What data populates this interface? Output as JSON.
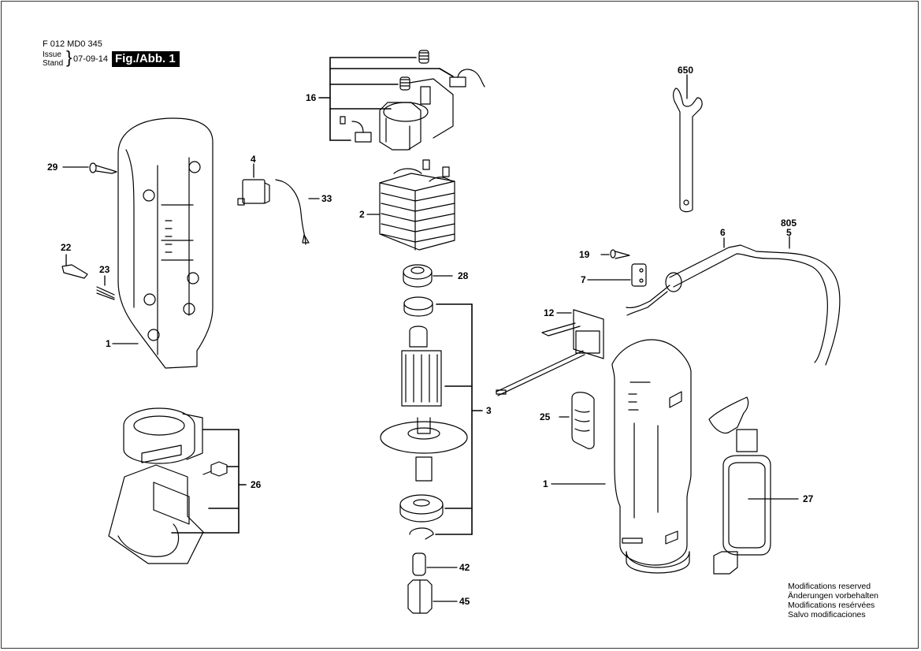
{
  "header": {
    "document_code": "F 012 MD0 345",
    "issue_label_1": "Issue",
    "issue_label_2": "Stand",
    "issue_date": "07-09-14",
    "figure_label": "Fig./Abb. 1"
  },
  "notes": [
    "Modifications reserved",
    "Änderungen vorbehalten",
    "Modifications resérvées",
    "Salvo modificaciones"
  ],
  "parts": {
    "p16": "16",
    "p29": "29",
    "p4": "4",
    "p33": "33",
    "p2": "2",
    "p22": "22",
    "p23": "23",
    "p1_housing_half": "1",
    "p28": "28",
    "p3": "3",
    "p650": "650",
    "p6": "6",
    "p805": "805",
    "p5": "5",
    "p19": "19",
    "p7": "7",
    "p12": "12",
    "p25": "25",
    "p1_housing": "1",
    "p26": "26",
    "p27": "27",
    "p42": "42",
    "p45": "45"
  },
  "colors": {
    "line": "#000000",
    "background": "#ffffff",
    "figure_badge": "#000000"
  }
}
